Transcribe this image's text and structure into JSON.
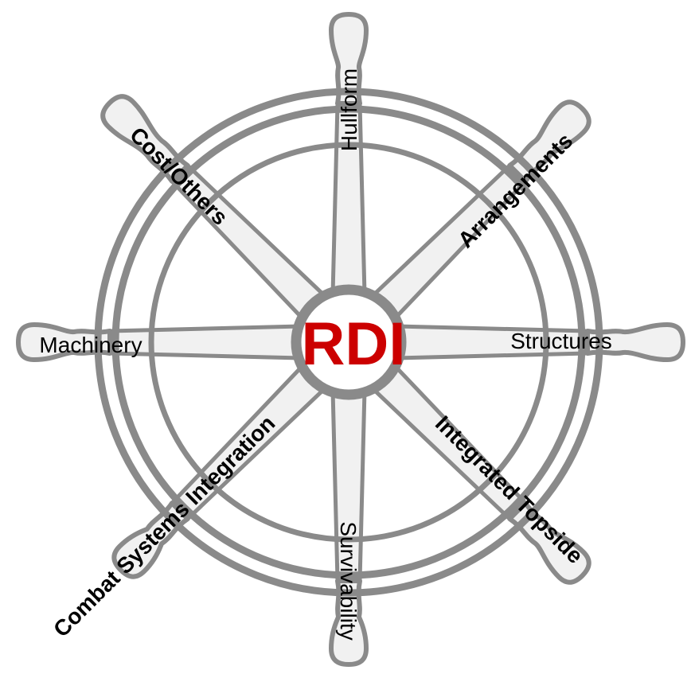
{
  "center": {
    "label": "RDI"
  },
  "spokes": {
    "hullform": "Hullform",
    "arrangements": "Arrangements",
    "structures": "Structures",
    "integrated_topside": "Integrated Topside",
    "survivability": "Survivability",
    "combat_systems_integration": "Combat Systems Integration",
    "machinery": "Machinery",
    "cost_others": "Cost/Others"
  },
  "colors": {
    "center_text": "#cc0000",
    "wheel_fill": "#f1f1f1",
    "wheel_stroke": "#8a8a8a",
    "label_text": "#000000"
  }
}
